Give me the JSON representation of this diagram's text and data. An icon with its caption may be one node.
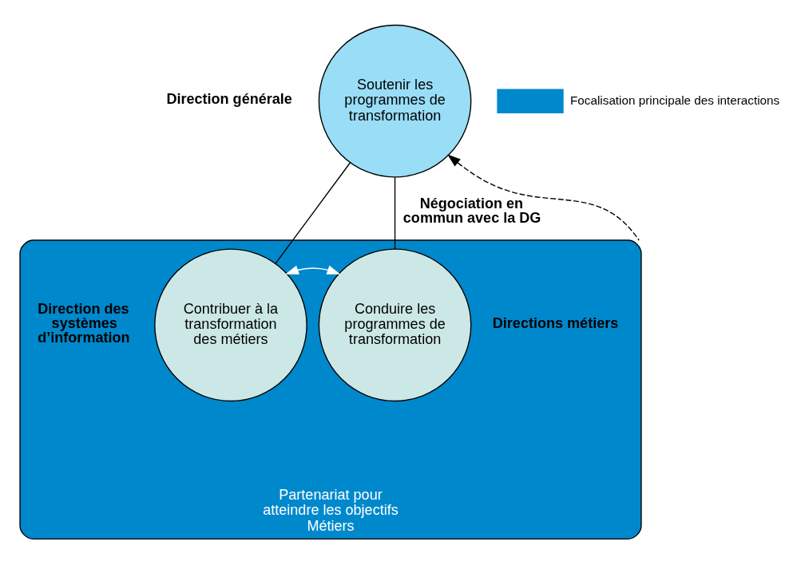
{
  "diagram": {
    "nodes": [
      {
        "text": [
          "Soutenir les programmes de transformation"
        ],
        "beside": [
          "Direction générale"
        ]
      },
      {
        "text": [
          "Partenariat pour atteindre les objectifs Métiers"
        ]
      },
      {
        "text": [
          "Contribuer à la transformation des métiers"
        ],
        "in": 1,
        "beside": [
          "Direction des systèmes d’information"
        ]
      },
      {
        "text": [
          "Conduire les programmes de transformation"
        ],
        "in": 1,
        "beside": [
          "Directions métiers"
        ]
      }
    ],
    "edges": [
      {
        "from": 0,
        "to": 2,
        "arrow": "none"
      },
      {
        "from": 0,
        "to": 3,
        "arrow": "none"
      },
      {
        "from": 2,
        "to": 3,
        "arrow": "both",
        "color": "#ffffff"
      },
      {
        "from": 1,
        "to": 0,
        "arrow": "to",
        "style": "dashed",
        "label": "Négociation en commun avec la DG"
      }
    ],
    "legend": [
      {
        "text": "Focalisation principale des interactions",
        "color": "#0088cc"
      }
    ]
  }
}
